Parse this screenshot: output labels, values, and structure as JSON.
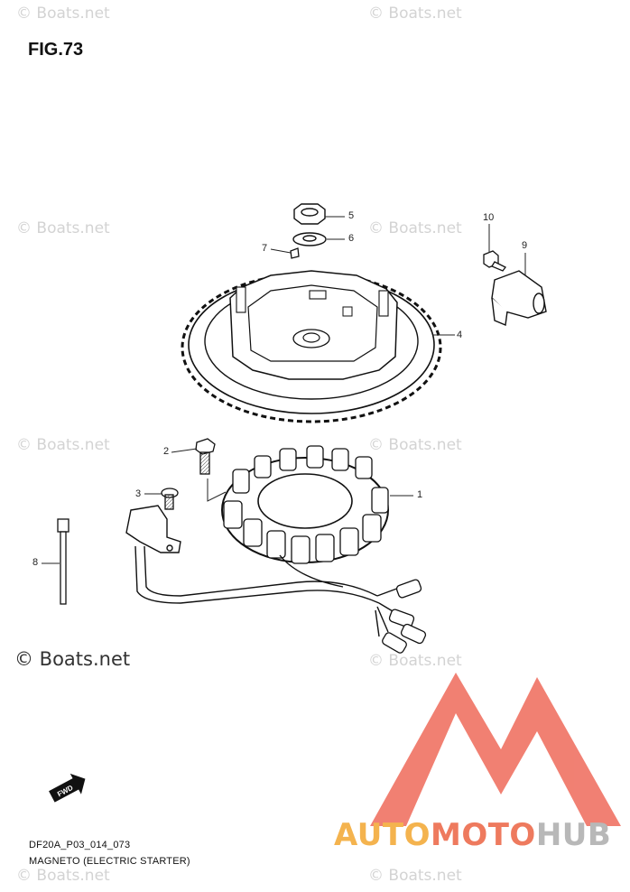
{
  "figure": {
    "title": "FIG.73"
  },
  "watermark": {
    "text": "© Boats.net"
  },
  "callouts": [
    {
      "number": "1"
    },
    {
      "number": "2"
    },
    {
      "number": "3"
    },
    {
      "number": "4"
    },
    {
      "number": "5"
    },
    {
      "number": "6"
    },
    {
      "number": "7"
    },
    {
      "number": "8"
    },
    {
      "number": "9"
    },
    {
      "number": "10"
    }
  ],
  "fwd_arrow": {
    "label": "FWD"
  },
  "caption": {
    "code": "DF20A_P03_014_073",
    "name": "MAGNETO (ELECTRIC STARTER)"
  },
  "brand": {
    "part1": "AUTO",
    "part2": "MOTO",
    "part3": "HUB",
    "colors": {
      "auto": "#f4b34e",
      "moto": "#ee7a5e",
      "hub": "#b8b8b8",
      "logo": "#ef6a5a"
    }
  }
}
